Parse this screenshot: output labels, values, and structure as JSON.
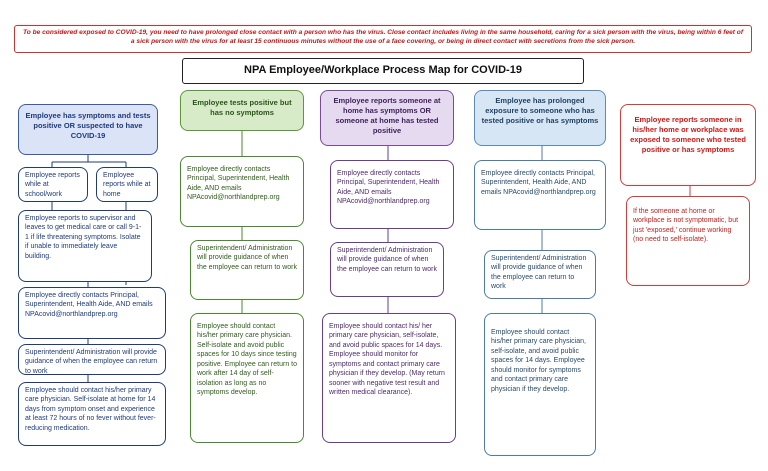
{
  "banner": "To be considered exposed to COVID-19, you need to have prolonged close contact with a person who has the virus. Close contact includes living in the same household, caring for a sick person with the virus, being within 6 feet of a sick person with the virus for at least 15 continuous minutes without the use of a face covering, or being in direct contact with secretions from the sick person.",
  "title": "NPA Employee/Workplace Process Map for COVID-19",
  "col1": {
    "header": "Employee has symptoms and tests positive OR suspected to have COVID-19",
    "left_branch": "Employee reports while at school/work",
    "right_branch": "Employee reports while at home",
    "step1": "Employee reports to supervisor and leaves to get medical care or call 9-1-1 if life threatening symptoms. Isolate if unable to immediately leave building.",
    "step2": "Employee directly contacts Principal, Superintendent, Health Aide, AND emails NPAcovid@northlandprep.org",
    "step3": "Superintendent/ Administration will provide guidance of when the employee can return to work",
    "step4": "Employee should contact his/her primary care physician.  Self-isolate at home for 14 days from symptom onset and experience at least 72 hours of no fever without fever-reducing medication."
  },
  "col2": {
    "header": "Employee tests positive but has no symptoms",
    "step1": "Employee directly contacts Principal, Superintendent, Health Aide, AND emails NPAcovid@northlandprep.org",
    "step2": "Superintendent/ Administration will provide guidance of when the employee can return to work",
    "step3": "Employee should contact his/her primary care physician. Self-isolate and avoid public spaces for 10 days since testing positive. Employee can return to work after 14 day of self-isolation as long as no symptoms develop."
  },
  "col3": {
    "header": "Employee reports someone at home has symptoms OR someone at home has tested positive",
    "step1": "Employee directly contacts Principal, Superintendent, Health Aide, AND emails NPAcovid@northlandprep.org",
    "step2": "Superintendent/ Administration will provide guidance of when the employee can return to work",
    "step3": "Employee should contact his/ her primary care physician, self-isolate, and avoid public spaces for 14 days. Employee should monitor for symptoms and contact primary care physician if they develop. (May return sooner with negative test result and written medical clearance)."
  },
  "col4": {
    "header": "Employee has prolonged exposure to someone who has tested positive or has symptoms",
    "step1": "Employee directly contacts Principal, Superintendent, Health Aide, AND emails NPAcovid@northlandprep.org",
    "step2": "Superintendent/ Administration will provide guidance of when the employee can return to work",
    "step3": "Employee should contact his/her primary care physician, self-isolate, and avoid public spaces for 14 days. Employee should monitor for symptoms and contact primary care physician if they develop."
  },
  "col5": {
    "header": "Employee reports someone in his/her home or workplace was exposed to someone who tested positive or has symptoms",
    "step1": "If the someone at home or workplace is not symptomatic, but just 'exposed,' continue working (no need to self-isolate)."
  },
  "colors": {
    "blue": "#1f3b7a",
    "green": "#4a8a2e",
    "purple": "#6a3d8f",
    "teal": "#4b7ca8",
    "red": "#d83a3a"
  }
}
